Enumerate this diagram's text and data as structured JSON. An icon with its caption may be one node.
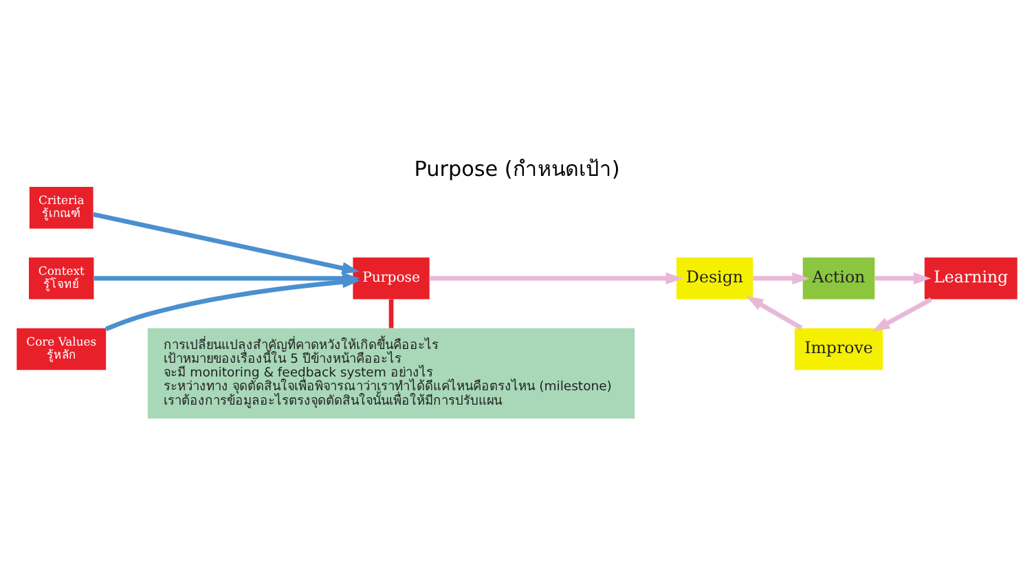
{
  "diagram": {
    "title": "Purpose (กำหนดเป้า)",
    "nodes": [
      {
        "text": [
          "Criteria",
          "รู้เกณฑ์"
        ]
      },
      {
        "text": [
          "Context",
          "รู้โจทย์"
        ]
      },
      {
        "text": [
          "Core Values",
          "รู้หลัก"
        ]
      },
      {
        "text": [
          "Purpose"
        ]
      },
      {
        "text": [
          "การเปลี่ยนแปลงสำคัญที่คาดหวังให้เกิดขึ้นคืออะไร",
          "เป้าหมายของเรื่องนี้ใน 5 ปีข้างหน้าคืออะไร",
          "จะมี monitoring & feedback system อย่างไร",
          "ระหว่างทาง จุดตัดสินใจเพื่อพิจารณาว่าเราทำได้ดีแค่ไหนคือตรงไหน (milestone)",
          "เราต้องการข้อมูลอะไรตรงจุดตัดสินใจนั้นเพื่อให้มีการปรับแผน"
        ]
      },
      {
        "text": [
          "Design"
        ]
      },
      {
        "text": [
          "Action"
        ]
      },
      {
        "text": [
          "Learning"
        ]
      },
      {
        "text": [
          "Improve"
        ]
      }
    ],
    "edges": [
      {
        "from": 0,
        "to": 3,
        "arrow": "to",
        "color": "#4a90d0"
      },
      {
        "from": 1,
        "to": 3,
        "arrow": "to",
        "color": "#4a90d0"
      },
      {
        "from": 2,
        "to": 3,
        "arrow": "to",
        "color": "#4a90d0"
      },
      {
        "from": 3,
        "to": 4,
        "arrow": "none",
        "color": "#e8202a"
      },
      {
        "from": 3,
        "to": 5,
        "arrow": "to"
      },
      {
        "from": 5,
        "to": 6,
        "arrow": "to"
      },
      {
        "from": 6,
        "to": 7,
        "arrow": "to"
      },
      {
        "from": 7,
        "to": 8,
        "arrow": "to"
      },
      {
        "from": 8,
        "to": 5,
        "arrow": "to"
      }
    ]
  }
}
